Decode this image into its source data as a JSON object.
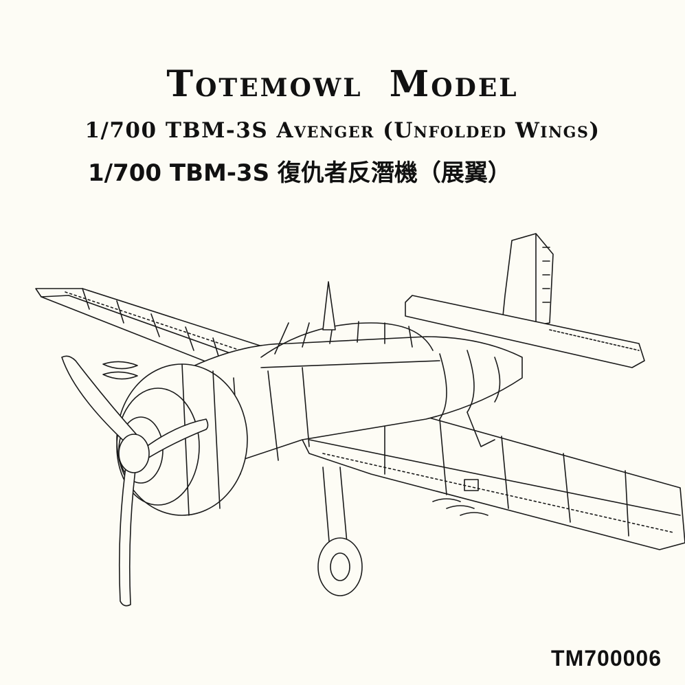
{
  "brand": {
    "name": "Totemowl  Model"
  },
  "product": {
    "title_en": "1/700  TBM-3S Avenger (Unfolded Wings)",
    "title_zh": "1/700 TBM-3S 復仇者反潛機（展翼）",
    "code": "TM700006"
  },
  "illustration": {
    "subject": "aircraft-line-drawing",
    "stroke_color": "#1a1a1a",
    "background": "#fdfcf5"
  }
}
